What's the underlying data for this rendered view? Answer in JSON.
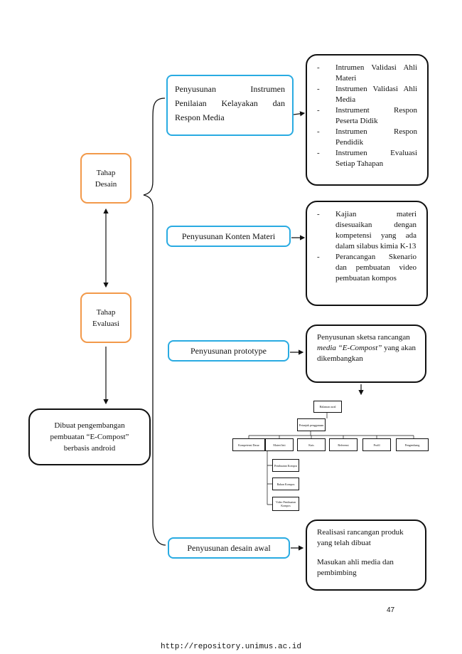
{
  "stages": {
    "desain": [
      "Tahap",
      "Desain"
    ],
    "evaluasi": [
      "Tahap",
      "Evaluasi"
    ]
  },
  "result": "Dibuat pengembangan pembuatan “E-Compost” berbasis android",
  "steps": {
    "instrumen": "Penyusunan Instrumen Penilaian Kelayakan dan Respon Media",
    "konten": "Penyusunan Konten Materi",
    "prototype": "Penyusunan prototype",
    "desain_awal": "Penyusunan desain awal"
  },
  "details": {
    "instrumen_list": [
      "Intrumen Validasi Ahli Materi",
      "Instrumen Validasi Ahli Media",
      "Instrument Respon Peserta Didik",
      "Instrumen Respon Pendidik",
      "Instrumen Evaluasi Setiap Tahapan"
    ],
    "konten_list": [
      "Kajian materi disesuaikan dengan kompetensi yang ada dalam silabus kimia K-13",
      "Perancangan Skenario dan pembuatan video pembuatan kompos"
    ],
    "prototype_pre": "Penyusunan sketsa rancangan ",
    "prototype_em": "media “E-Compost”",
    "prototype_post": " yang akan dikembangkan",
    "desain_awal_1": "Realisasi rancangan produk yang telah dibuat",
    "desain_awal_2": "Masukan ahli media dan pembimbing"
  },
  "sketch": {
    "top": "Halaman awal",
    "second": "Petunjuk penggunaan",
    "row": [
      "Kompetensi Dasar",
      "Materi Inti",
      "Kuis",
      "Referensi",
      "Profil",
      "Pengembang"
    ],
    "sub": [
      "Pembuatan Kompos",
      "Bahan Kompos",
      "Video Pembuatan Kompos"
    ]
  },
  "page_number": "47",
  "footer": "http://repository.unimus.ac.id"
}
